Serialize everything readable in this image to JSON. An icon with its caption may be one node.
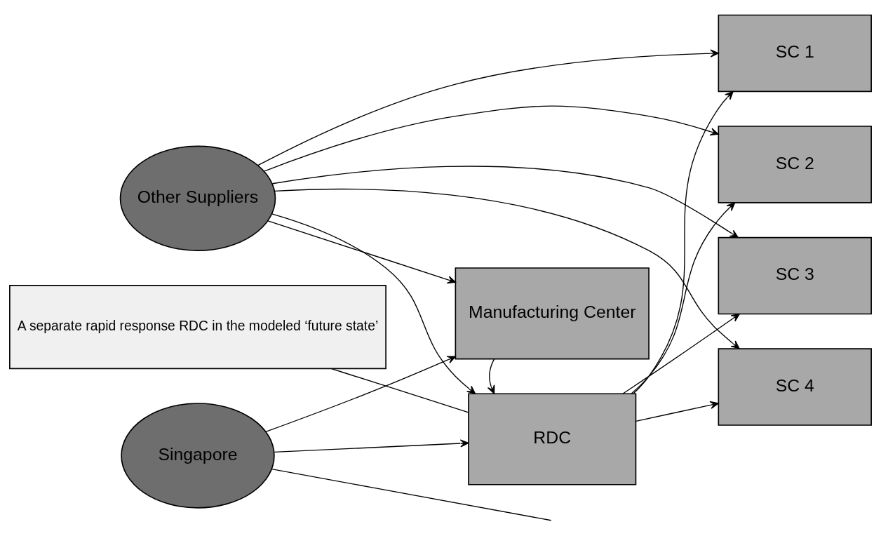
{
  "diagram": {
    "nodes": [
      {
        "text": [
          "Other Suppliers"
        ]
      },
      {
        "text": [
          "Manufacturing Center"
        ]
      },
      {
        "text": [
          "A separate rapid response RDC in the modeled ‘future state’"
        ]
      },
      {
        "text": [
          "RDC"
        ]
      },
      {
        "text": [
          "Singapore"
        ]
      },
      {
        "text": [
          "SC 1"
        ]
      },
      {
        "text": [
          "SC 2"
        ]
      },
      {
        "text": [
          "SC 3"
        ]
      },
      {
        "text": [
          "SC 4"
        ]
      }
    ],
    "edges": [
      {
        "from": 0,
        "to": 1,
        "arrow": "to"
      },
      {
        "from": 0,
        "to": 5,
        "arrow": "to"
      },
      {
        "from": 0,
        "to": 6,
        "arrow": "to"
      },
      {
        "from": 0,
        "to": 7,
        "arrow": "to"
      },
      {
        "from": 0,
        "to": 8,
        "arrow": "to"
      },
      {
        "from": 4,
        "to": 1,
        "arrow": "to"
      },
      {
        "from": 1,
        "to": 3,
        "arrow": "to"
      },
      {
        "from": 2,
        "to": 3,
        "arrow": "none"
      },
      {
        "from": 4,
        "to": 3,
        "arrow": "to"
      },
      {
        "from": 0,
        "to": 3,
        "arrow": "to"
      },
      {
        "from": 3,
        "to": 5,
        "arrow": "to"
      },
      {
        "from": 3,
        "to": 6,
        "arrow": "to"
      },
      {
        "from": 3,
        "to": 7,
        "arrow": "to"
      },
      {
        "from": 3,
        "to": 8,
        "arrow": "to"
      },
      {
        "from": 4,
        "to": null,
        "arrow": "none"
      }
    ]
  }
}
